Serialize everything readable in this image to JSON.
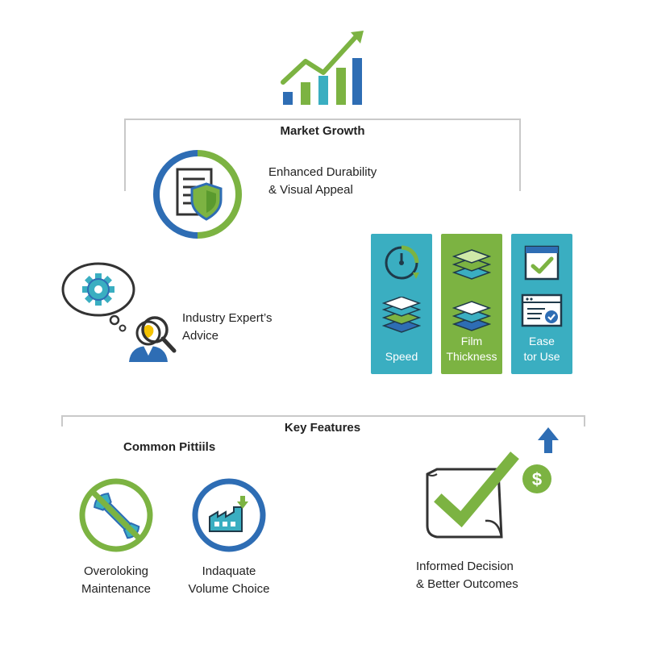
{
  "colors": {
    "green": "#7cb342",
    "blue": "#2e6db4",
    "teal": "#3aaec1",
    "dark_blue": "#1f5a96",
    "gray_line": "#c9c9c9"
  },
  "top": {
    "title": "Market Growth",
    "icon": "growth-bar-chart-icon"
  },
  "durability": {
    "label_line1": "Enhanced Durability",
    "label_line2": "& Visual Appeal",
    "icon": "document-shield-icon"
  },
  "expert": {
    "label_line1": "Industry Expert’s",
    "label_line2": "Advice",
    "icon": "expert-gear-thought-icon"
  },
  "features": {
    "title": "Key Features",
    "cards": [
      {
        "label_line1": "Speed",
        "label_line2": "",
        "icons": [
          "gauge-icon",
          "layers-icon"
        ],
        "color": "#3aaec1"
      },
      {
        "label_line1": "Film",
        "label_line2": "Thickness",
        "icons": [
          "layers-icon",
          "layers-icon"
        ],
        "color": "#7cb342"
      },
      {
        "label_line1": "Ease",
        "label_line2": "tor Use",
        "icons": [
          "checklist-window-icon",
          "browser-check-icon"
        ],
        "color": "#3aaec1"
      }
    ]
  },
  "pitfalls": {
    "title": "Common Pittiils",
    "items": [
      {
        "label_line1": "Overoloking",
        "label_line2": "Maintenance",
        "icon": "no-wrench-icon"
      },
      {
        "label_line1": "Indaquate",
        "label_line2": "Volume Choice",
        "icon": "factory-icon"
      }
    ]
  },
  "outcome": {
    "label_line1": "Informed Decision",
    "label_line2": "& Better Outcomes",
    "icon": "document-check-dollar-icon"
  }
}
